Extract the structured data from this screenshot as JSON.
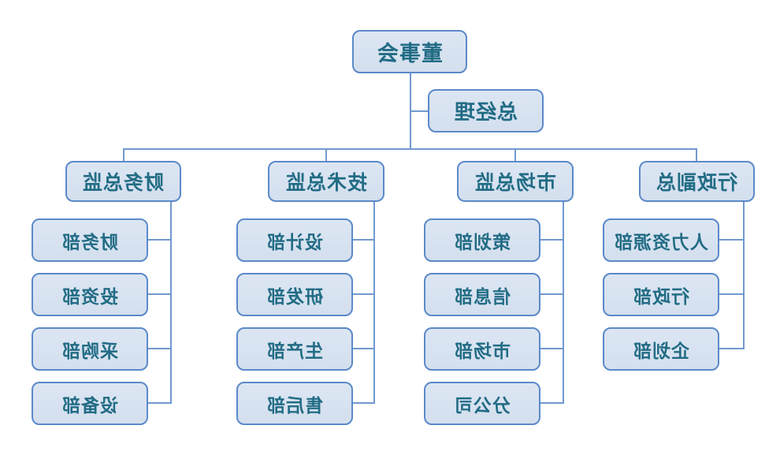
{
  "org": {
    "orientation": "mirrored-horizontal",
    "root": {
      "label": "董事会"
    },
    "manager": {
      "label": "总经理"
    },
    "branches": [
      {
        "label": "财务总监",
        "children": [
          "财务部",
          "投资部",
          "采购部",
          "设备部"
        ]
      },
      {
        "label": "技术总监",
        "children": [
          "设计部",
          "研发部",
          "生产部",
          "售后部"
        ]
      },
      {
        "label": "市场总监",
        "children": [
          "策划部",
          "信息部",
          "市场部",
          "分公司"
        ]
      },
      {
        "label": "行政副总",
        "children": [
          "人力资源部",
          "行政部",
          "企划部"
        ]
      }
    ],
    "colors": {
      "background": "#ffffff",
      "box_fill": "#dce6f3",
      "box_fill_bottom": "#d4dfee",
      "box_border": "#5b89c9",
      "node_text": "#226c85",
      "line": "#7199cf"
    }
  }
}
